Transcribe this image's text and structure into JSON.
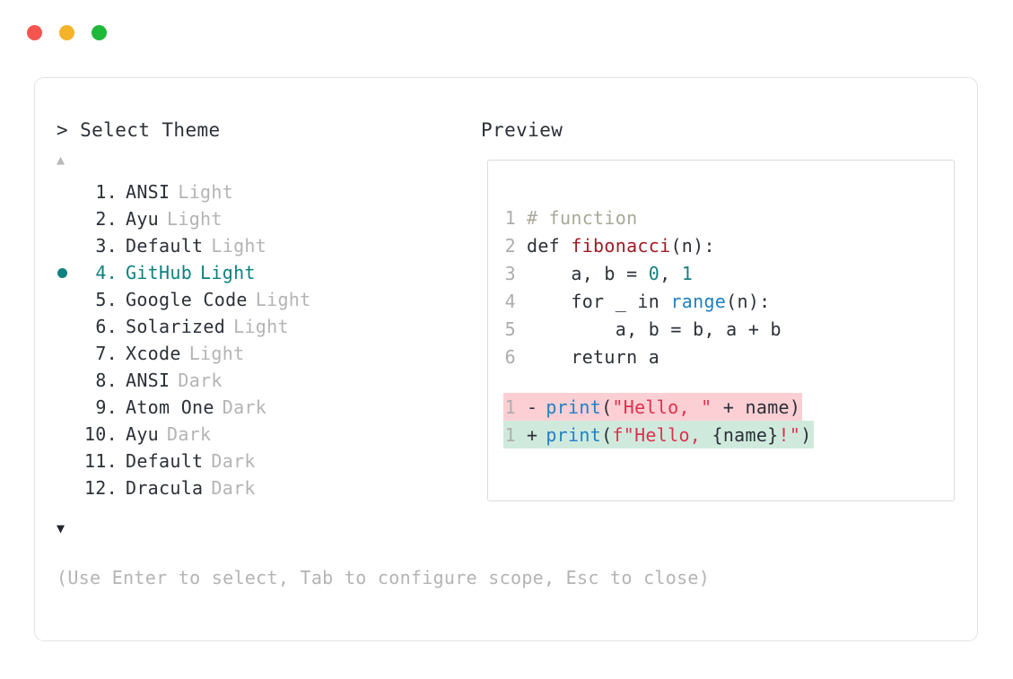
{
  "window": {
    "dots": [
      {
        "name": "close-button",
        "color": "#f4564f"
      },
      {
        "name": "minimize-button",
        "color": "#f5b32a"
      },
      {
        "name": "maximize-button",
        "color": "#1fb838"
      }
    ]
  },
  "prompt": {
    "caret": ">",
    "title": "Select Theme",
    "header_text": "> Select Theme"
  },
  "preview": {
    "header": "Preview"
  },
  "scroll": {
    "up_arrow": "▲",
    "down_arrow": "▼"
  },
  "selection": {
    "selected_index": 4,
    "bullet": "●",
    "accent_color": "#0f8080"
  },
  "themes": [
    {
      "index": "1.",
      "name": "ANSI",
      "variant": "Light",
      "selected": false
    },
    {
      "index": "2.",
      "name": "Ayu",
      "variant": "Light",
      "selected": false
    },
    {
      "index": "3.",
      "name": "Default",
      "variant": "Light",
      "selected": false
    },
    {
      "index": "4.",
      "name": "GitHub",
      "variant": "Light",
      "selected": true
    },
    {
      "index": "5.",
      "name": "Google Code",
      "variant": "Light",
      "selected": false
    },
    {
      "index": "6.",
      "name": "Solarized",
      "variant": "Light",
      "selected": false
    },
    {
      "index": "7.",
      "name": "Xcode",
      "variant": "Light",
      "selected": false
    },
    {
      "index": "8.",
      "name": "ANSI",
      "variant": "Dark",
      "selected": false
    },
    {
      "index": "9.",
      "name": "Atom One",
      "variant": "Dark",
      "selected": false
    },
    {
      "index": "10.",
      "name": "Ayu",
      "variant": "Dark",
      "selected": false
    },
    {
      "index": "11.",
      "name": "Default",
      "variant": "Dark",
      "selected": false
    },
    {
      "index": "12.",
      "name": "Dracula",
      "variant": "Dark",
      "selected": false
    }
  ],
  "code": {
    "lines": [
      {
        "number": "1",
        "tokens": [
          {
            "text": "# function",
            "type": "comment"
          }
        ]
      },
      {
        "number": "2",
        "tokens": [
          {
            "text": "def ",
            "type": "kw"
          },
          {
            "text": "fibonacci",
            "type": "fn"
          },
          {
            "text": "(n):",
            "type": "plain"
          }
        ]
      },
      {
        "number": "3",
        "tokens": [
          {
            "text": "    a, b = ",
            "type": "plain"
          },
          {
            "text": "0",
            "type": "num"
          },
          {
            "text": ", ",
            "type": "plain"
          },
          {
            "text": "1",
            "type": "num"
          }
        ]
      },
      {
        "number": "4",
        "tokens": [
          {
            "text": "    for _ in ",
            "type": "kw"
          },
          {
            "text": "range",
            "type": "builtin"
          },
          {
            "text": "(n):",
            "type": "plain"
          }
        ]
      },
      {
        "number": "5",
        "tokens": [
          {
            "text": "        a, b = b, a + b",
            "type": "plain"
          }
        ]
      },
      {
        "number": "6",
        "tokens": [
          {
            "text": "    return a",
            "type": "kw"
          }
        ]
      }
    ]
  },
  "diff": {
    "removed": {
      "number": "1",
      "sign": "-",
      "bg_color": "#fbcfd3",
      "tokens": [
        {
          "text": "print",
          "type": "builtin"
        },
        {
          "text": "(",
          "type": "plain"
        },
        {
          "text": "\"Hello, \"",
          "type": "str"
        },
        {
          "text": " + name)",
          "type": "plain"
        }
      ]
    },
    "added": {
      "number": "1",
      "sign": "+",
      "bg_color": "#cfeadd",
      "tokens": [
        {
          "text": "print",
          "type": "builtin"
        },
        {
          "text": "(",
          "type": "plain"
        },
        {
          "text": "f\"Hello, ",
          "type": "str"
        },
        {
          "text": "{name}",
          "type": "plain"
        },
        {
          "text": "!\"",
          "type": "str"
        },
        {
          "text": ")",
          "type": "plain"
        }
      ]
    }
  },
  "footer": {
    "hint": "(Use Enter to select, Tab to configure scope, Esc to close)"
  }
}
